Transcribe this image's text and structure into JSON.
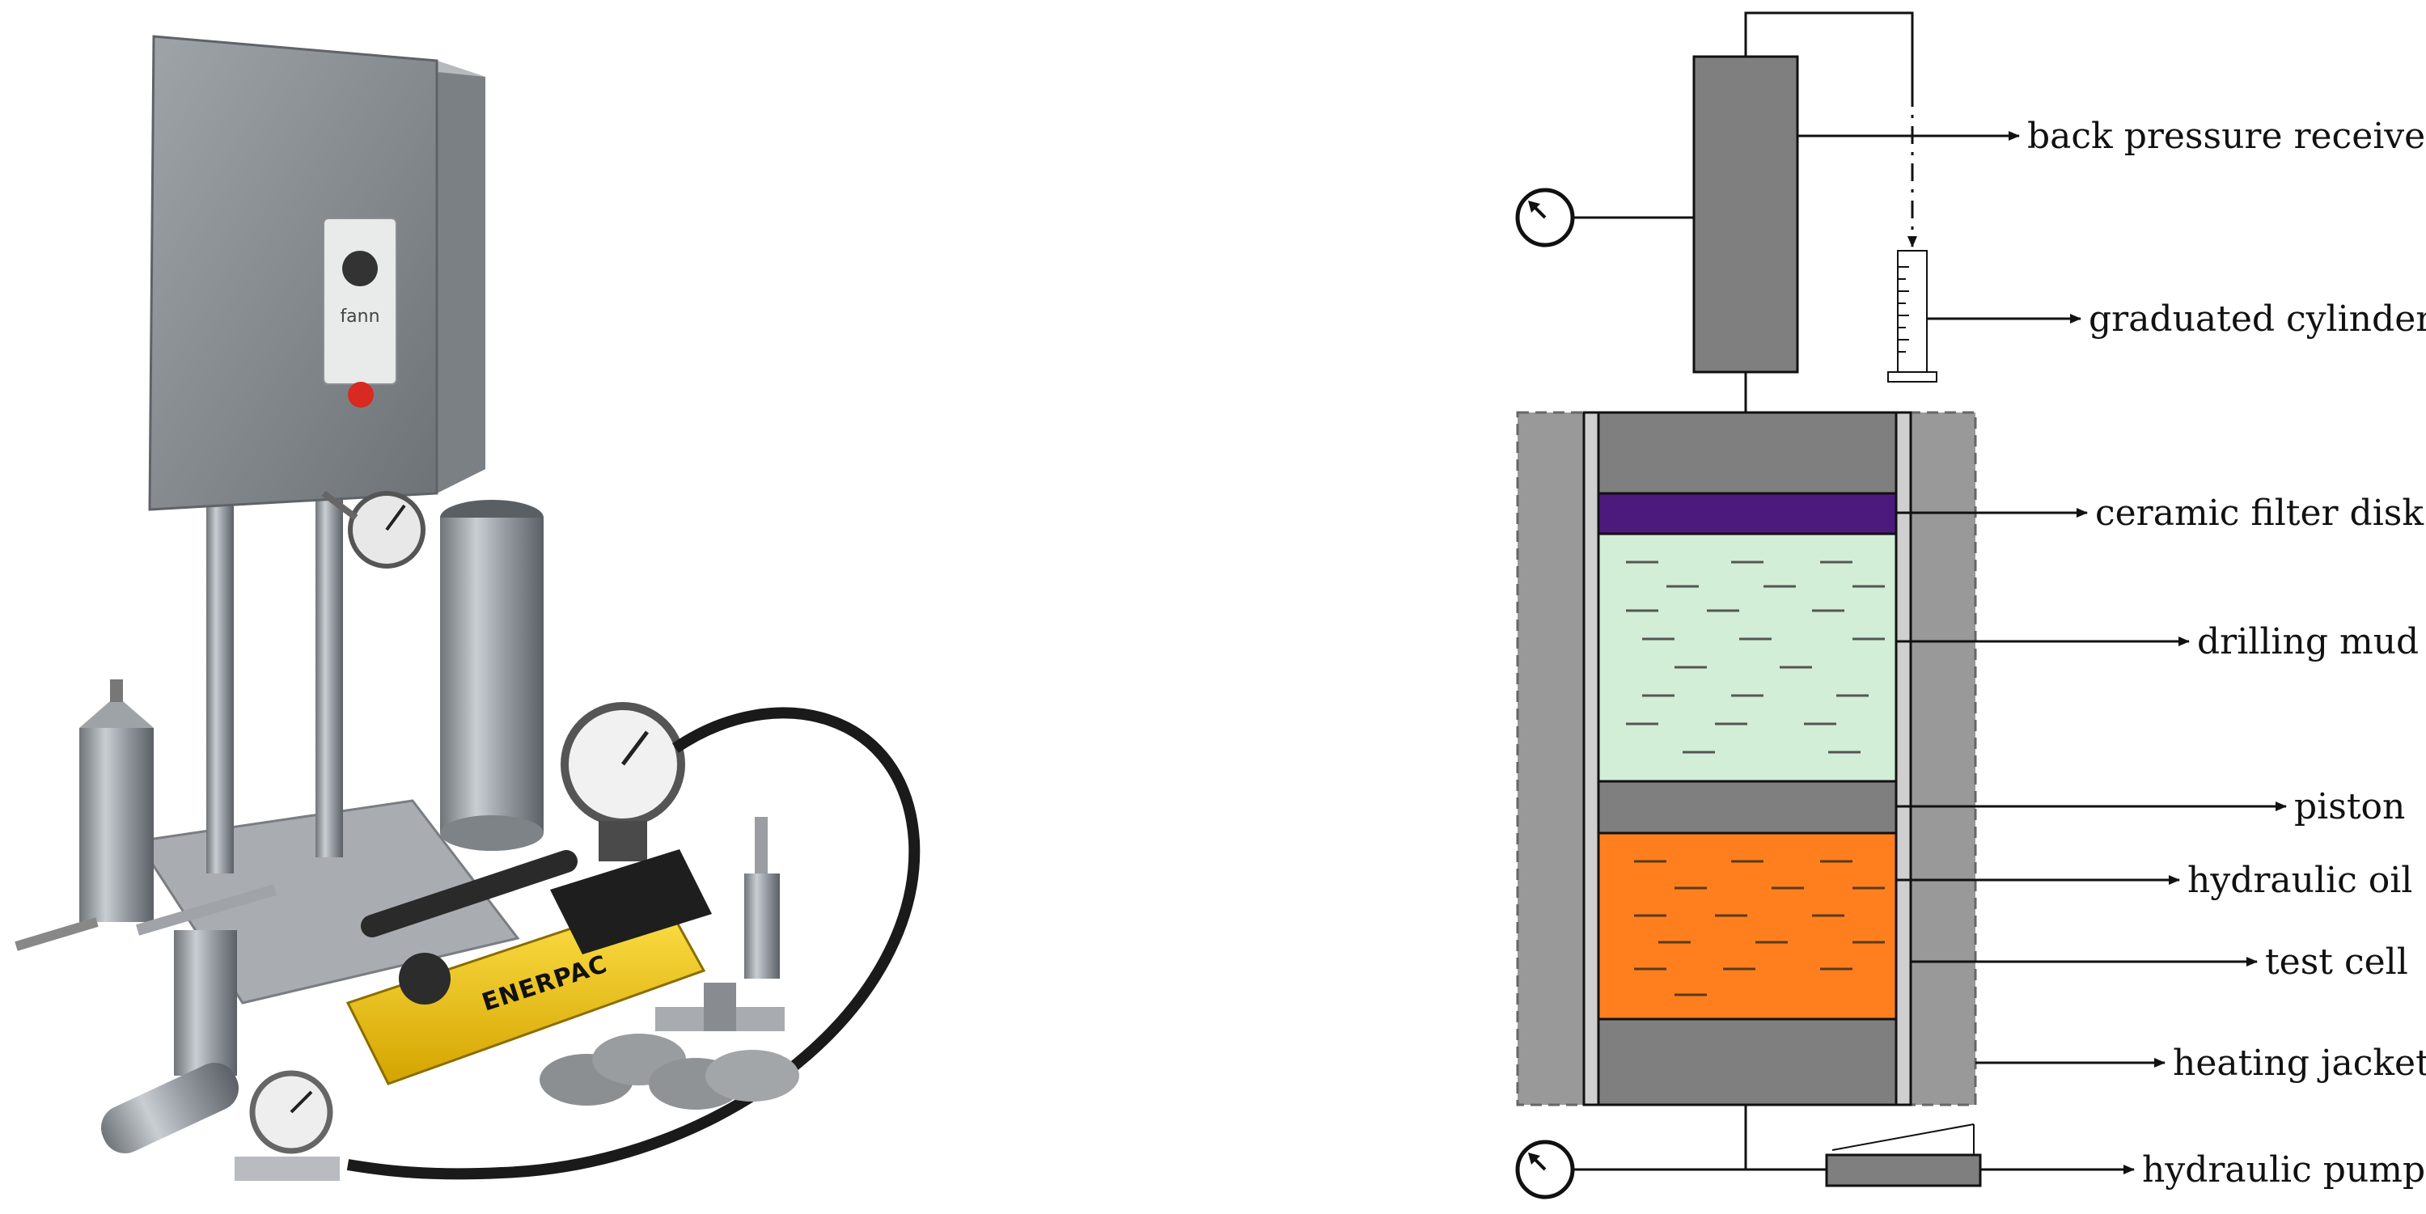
{
  "photo": {
    "control_box_brand": "fann",
    "pump_brand": "ENERPAC"
  },
  "schematic": {
    "labels": {
      "back_pressure_receiver": "back pressure receiver",
      "graduated_cylinder": "graduated cylinder",
      "ceramic_filter_disk": "ceramic filter disk",
      "drilling_mud": "drilling mud",
      "piston": "piston",
      "hydraulic_oil": "hydraulic oil",
      "test_cell": "test cell",
      "heating_jacket": "heating jacket",
      "hydraulic_pump": "hydraulic pump"
    },
    "colors": {
      "gray_fill": "#7f7f7f",
      "jacket_fill": "#999999",
      "filter_disk": "#4b1a7c",
      "drilling_mud": "#d2eed6",
      "hydraulic_oil": "#ff7f1f",
      "line": "#111111"
    }
  }
}
